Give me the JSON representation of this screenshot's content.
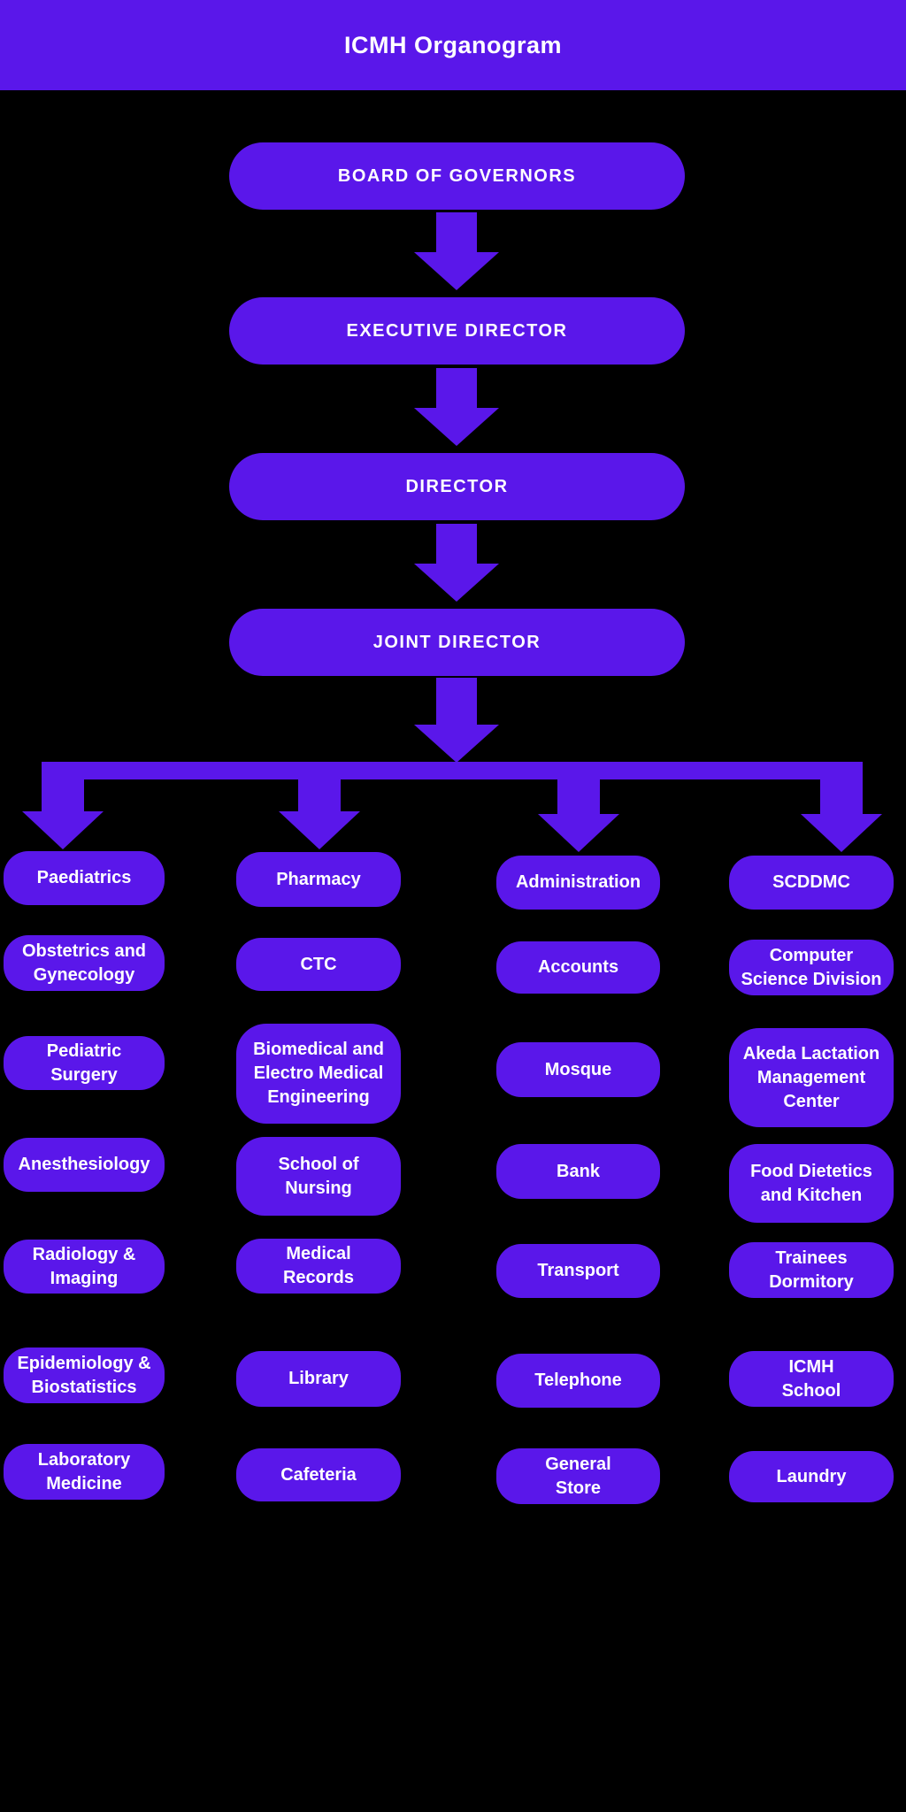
{
  "header": {
    "title": "ICMH Organogram"
  },
  "colors": {
    "node_purple": "#5a17ea",
    "background": "#000000",
    "text": "#ffffff"
  },
  "chain": [
    {
      "label": "BOARD OF GOVERNORS"
    },
    {
      "label": "EXECUTIVE DIRECTOR"
    },
    {
      "label": "DIRECTOR"
    },
    {
      "label": "JOINT DIRECTOR"
    }
  ],
  "columns": [
    {
      "items": [
        {
          "label": "Paediatrics"
        },
        {
          "label": "Obstetrics and\nGynecology"
        },
        {
          "label": "Pediatric\nSurgery"
        },
        {
          "label": "Anesthesiology"
        },
        {
          "label": "Radiology &\nImaging"
        },
        {
          "label": "Epidemiology &\nBiostatistics"
        },
        {
          "label": "Laboratory\nMedicine"
        }
      ]
    },
    {
      "items": [
        {
          "label": "Pharmacy"
        },
        {
          "label": "CTC"
        },
        {
          "label": "Biomedical and\nElectro Medical\nEngineering"
        },
        {
          "label": "School of\nNursing"
        },
        {
          "label": "Medical\nRecords"
        },
        {
          "label": "Library"
        },
        {
          "label": "Cafeteria"
        }
      ]
    },
    {
      "items": [
        {
          "label": "Administration"
        },
        {
          "label": "Accounts"
        },
        {
          "label": "Mosque"
        },
        {
          "label": "Bank"
        },
        {
          "label": "Transport"
        },
        {
          "label": "Telephone"
        },
        {
          "label": "General\nStore"
        }
      ]
    },
    {
      "items": [
        {
          "label": "SCDDMC"
        },
        {
          "label": "Computer\nScience Division"
        },
        {
          "label": "Akeda Lactation\nManagement\nCenter"
        },
        {
          "label": "Food Dietetics\nand Kitchen"
        },
        {
          "label": "Trainees\nDormitory"
        },
        {
          "label": "ICMH\nSchool"
        },
        {
          "label": "Laundry"
        }
      ]
    }
  ]
}
